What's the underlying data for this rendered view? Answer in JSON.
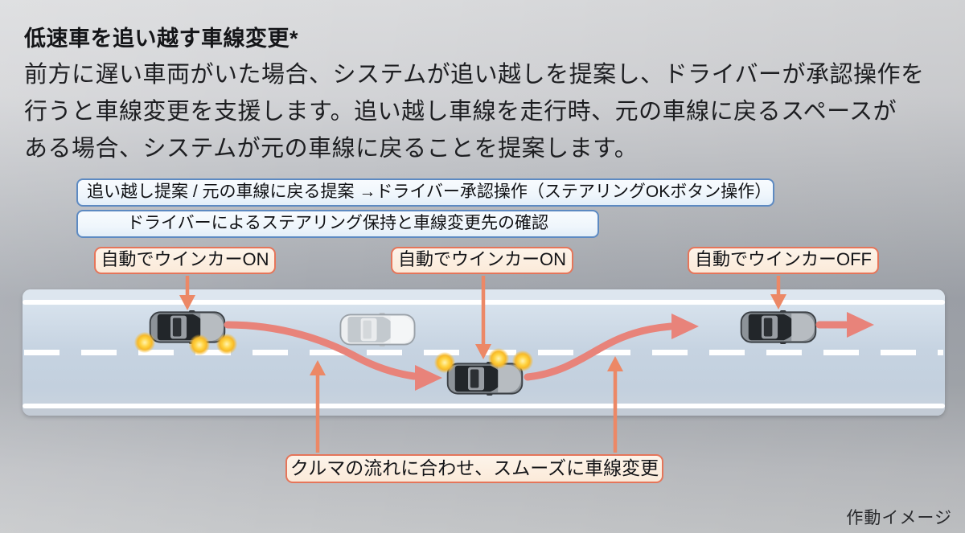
{
  "page": {
    "title": "低速車を追い越す車線変更*",
    "description": [
      "前方に遅い車両がいた場合、システムが追い越しを提案し、ドライバーが承認操作を",
      "行うと車線変更を支援します。追い越し車線を走行時、元の車線に戻るスペースが",
      "ある場合、システムが元の車線に戻ることを提案します。"
    ],
    "footnote": "作動イメージ"
  },
  "flow": {
    "step1": "追い越し提案 / 元の車線に戻る提案 →ドライバー承認操作（ステアリングOKボタン操作）",
    "step2": "ドライバーによるステアリング保持と車線変更先の確認"
  },
  "callouts": {
    "blinker_on_1": "自動でウインカーON",
    "blinker_on_2": "自動でウインカーON",
    "blinker_off": "自動でウインカーOFF",
    "smooth": "クルマの流れに合わせ、スムーズに車線変更"
  },
  "diagram": {
    "cars": [
      "ego-car-start",
      "slow-car-ahead",
      "ego-car-overtaking",
      "ego-car-returned"
    ],
    "road_lanes": 2,
    "icons": [
      "turn-signal-glow",
      "lane-change-path-arrow",
      "straight-ahead-arrow"
    ]
  },
  "colors": {
    "accent_blue": "#5d8ac2",
    "accent_orange": "#e5755a",
    "arrow_salmon": "#e8837a",
    "connector_orange": "#ec8866"
  }
}
